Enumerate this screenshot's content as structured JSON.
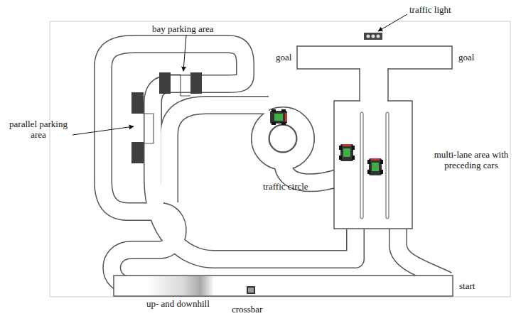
{
  "diagram": {
    "labels": [
      "traffic light",
      "bay parking area",
      "goal",
      "goal",
      "parallel parking area",
      "traffic circle",
      "multi-lane area with preceding cars",
      "start",
      "up- and downhill",
      "crossbar"
    ]
  }
}
